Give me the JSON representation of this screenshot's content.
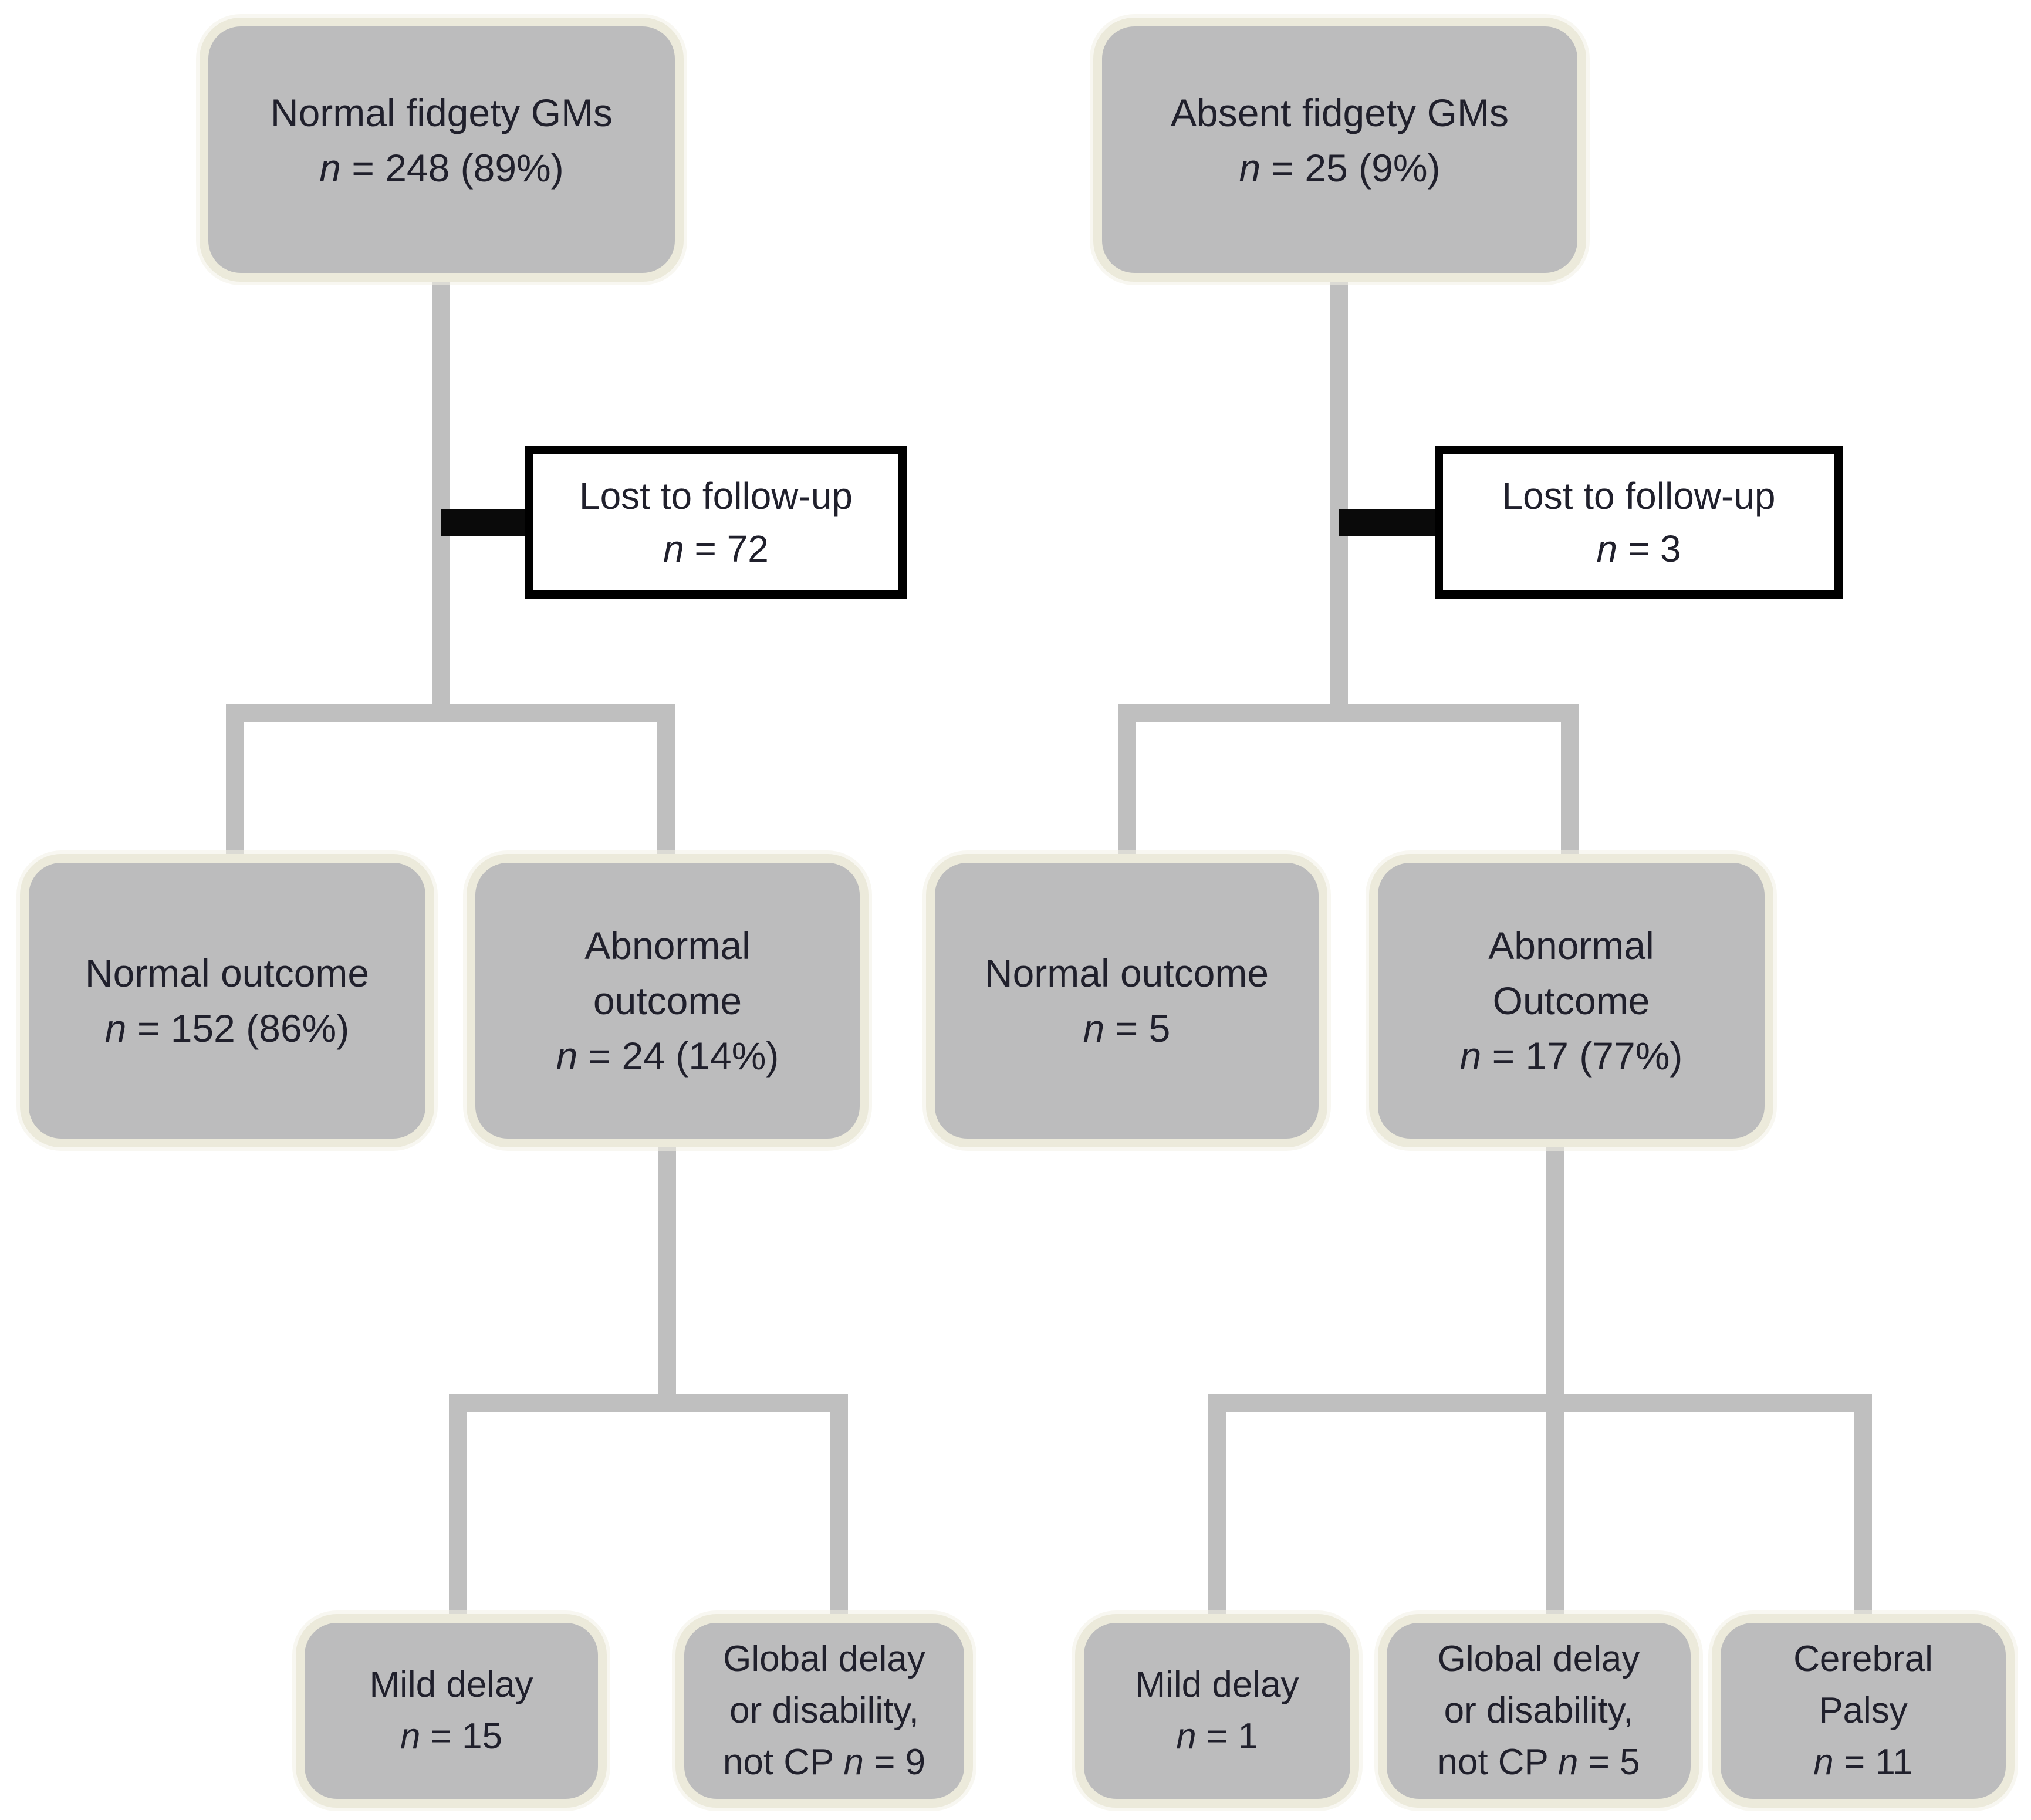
{
  "diagram": {
    "type": "flowchart",
    "colors": {
      "node_fill": "#bcbcbd",
      "node_border": "#eceadb",
      "connector_gray": "#bfbfbf",
      "connector_black": "#0a0a0a",
      "callout_fill": "#ffffff",
      "callout_border": "#000000",
      "text": "#20202c",
      "background": "#ffffff"
    },
    "nodes": {
      "left_root": {
        "lines": [
          "Normal fidgety GMs",
          "n = 248 (89%)"
        ]
      },
      "left_lost": {
        "lines": [
          "Lost to follow-up",
          "n = 72"
        ]
      },
      "left_normal_outcome": {
        "lines": [
          "Normal outcome",
          "n = 152 (86%)"
        ]
      },
      "left_abnormal_outcome": {
        "lines": [
          "Abnormal",
          "outcome",
          "n = 24 (14%)"
        ]
      },
      "left_mild_delay": {
        "lines": [
          "Mild delay",
          "n = 15"
        ]
      },
      "left_global_delay": {
        "lines": [
          "Global delay",
          "or disability,",
          "not CP n = 9"
        ]
      },
      "right_root": {
        "lines": [
          "Absent fidgety GMs",
          "n = 25 (9%)"
        ]
      },
      "right_lost": {
        "lines": [
          "Lost to follow-up",
          "n = 3"
        ]
      },
      "right_normal_outcome": {
        "lines": [
          "Normal outcome",
          "n = 5"
        ]
      },
      "right_abnormal_outcome": {
        "lines": [
          "Abnormal",
          "Outcome",
          "n = 17 (77%)"
        ]
      },
      "right_mild_delay": {
        "lines": [
          "Mild delay",
          "n = 1"
        ]
      },
      "right_global_delay": {
        "lines": [
          "Global delay",
          "or disability,",
          "not CP n = 5"
        ]
      },
      "cerebral_palsy": {
        "lines": [
          "Cerebral",
          "Palsy",
          "n = 11"
        ]
      }
    }
  }
}
